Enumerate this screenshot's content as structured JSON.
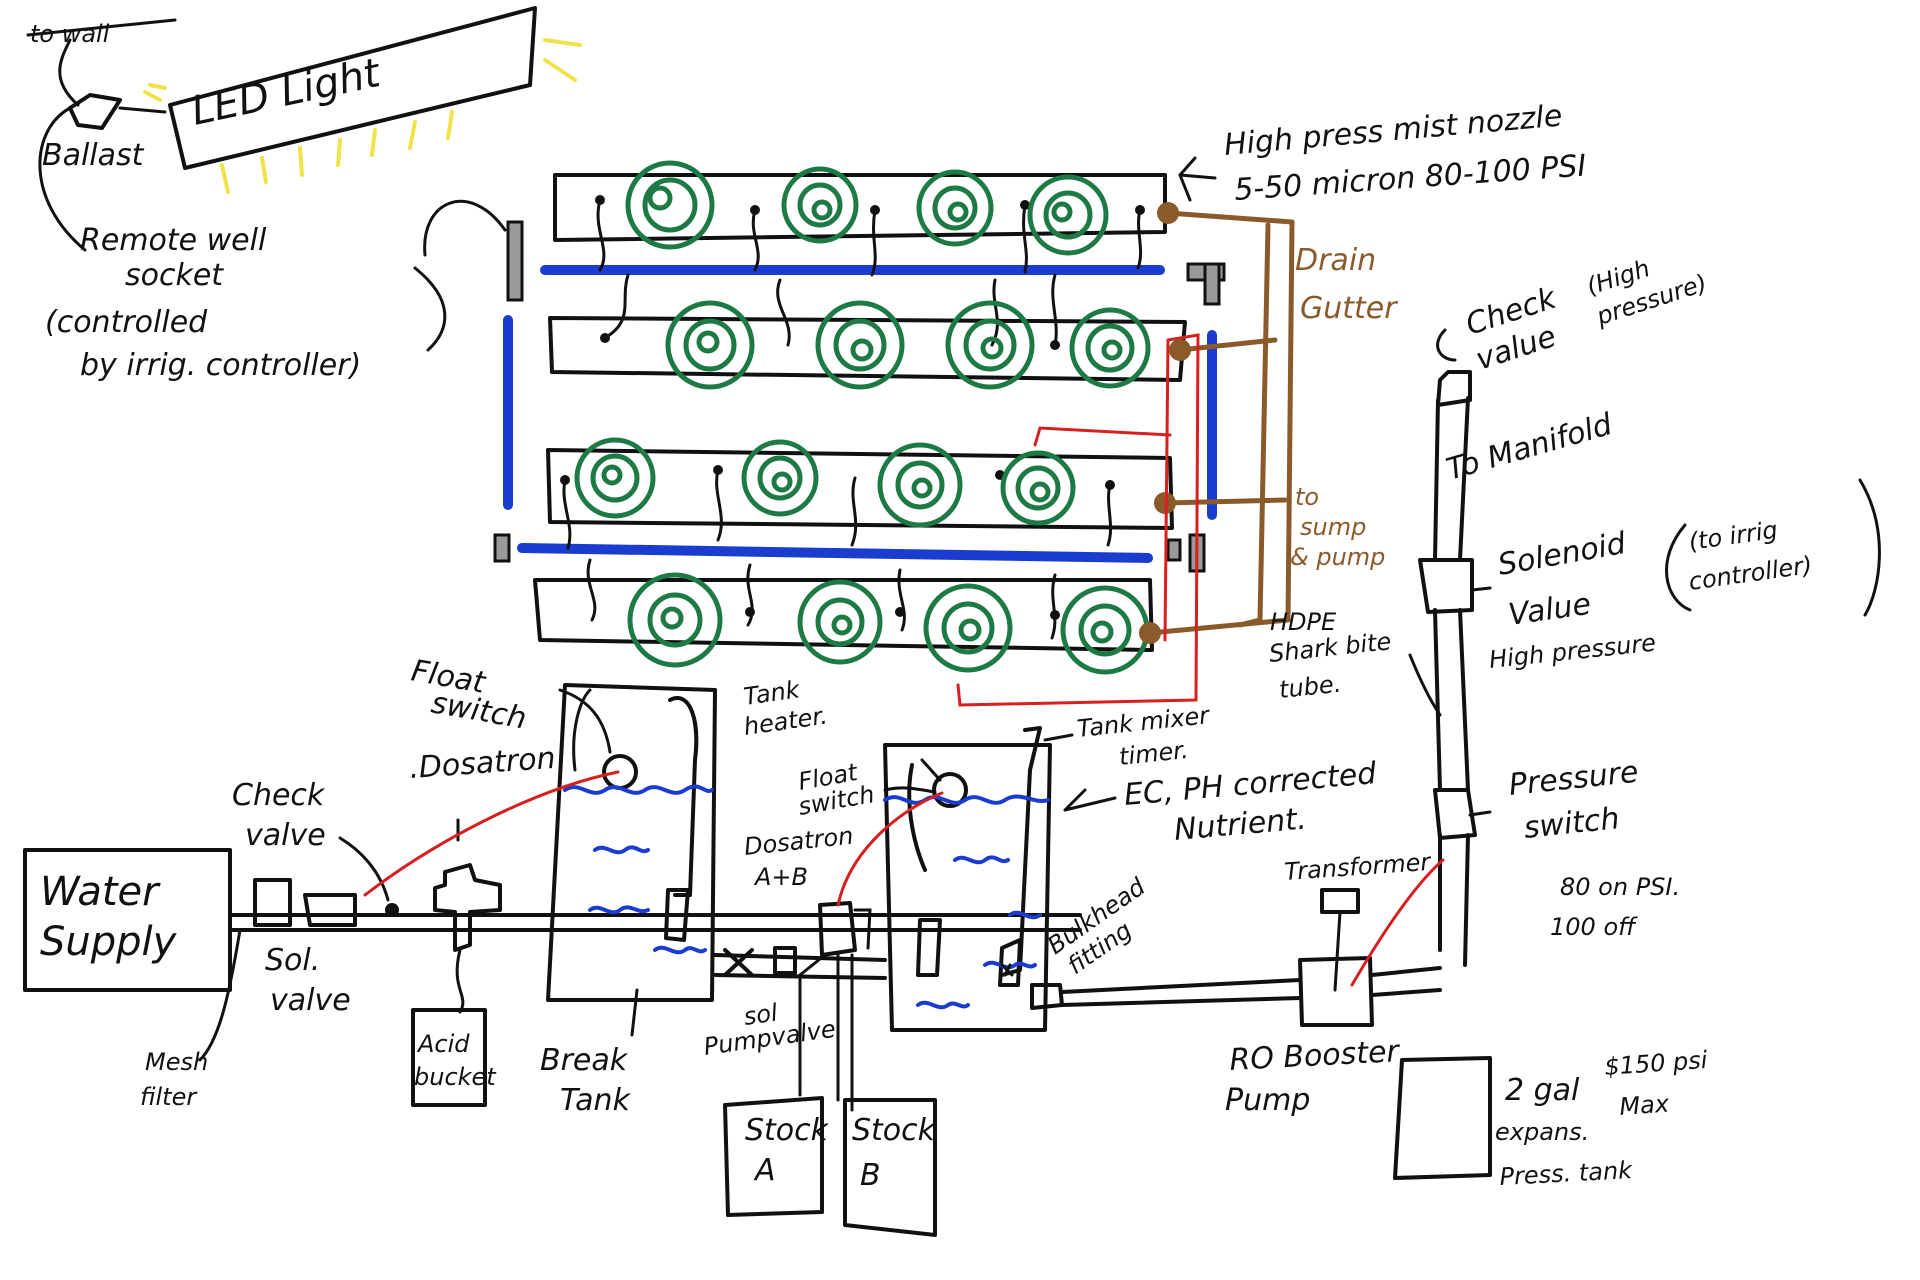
{
  "labels": {
    "to_wall": "to wall",
    "led_light": "LED Light",
    "ballast": "Ballast",
    "remote_socket_1": "Remote well",
    "remote_socket_2": "socket",
    "remote_socket_3": "(controlled",
    "remote_socket_4": "by irrig. controller)",
    "mist_nozzle_1": "High press mist nozzle",
    "mist_nozzle_2": "5-50 micron  80-100 PSI",
    "drain_gutter_1": "Drain",
    "drain_gutter_2": "Gutter",
    "check_valve_hp_1": "Check",
    "check_valve_hp_2": "value",
    "check_valve_hp_3": "(High",
    "check_valve_hp_4": "pressure)",
    "to_manifold": "To Manifold",
    "to_sump_1": "to",
    "to_sump_2": "sump",
    "to_sump_3": "& pump",
    "solenoid_1": "Solenoid",
    "solenoid_2": "Value",
    "solenoid_3": "High pressure",
    "solenoid_note_1": "(to irrig",
    "solenoid_note_2": "controller)",
    "hdpe_1": "HDPE",
    "hdpe_2": "Shark bite",
    "hdpe_3": "tube.",
    "float_switch_1": "Float",
    "float_switch_2": "switch",
    "tank_heater_1": "Tank",
    "tank_heater_2": "heater.",
    "tank_mixer_1": "Tank mixer",
    "tank_mixer_2": "timer.",
    "float_switch_small_1": "Float",
    "float_switch_small_2": "switch",
    "ec_ph_1": "EC, PH corrected",
    "ec_ph_2": "Nutrient.",
    "dosatron": ".Dosatron",
    "check_valve_1": "Check",
    "check_valve_2": "valve",
    "dosatron_ab_1": "Dosatron",
    "dosatron_ab_2": "A+B",
    "pressure_switch_1": "Pressure",
    "pressure_switch_2": "switch",
    "pressure_switch_3": "80 on PSI.",
    "pressure_switch_4": "100 off",
    "transformer": "Transformer",
    "bulkhead_1": "Bulkhead",
    "bulkhead_2": "fitting",
    "water_supply_1": "Water",
    "water_supply_2": "Supply",
    "sol_valve_1": "Sol.",
    "sol_valve_2": "valve",
    "mesh_filter_1": "Mesh",
    "mesh_filter_2": "filter",
    "acid_bucket_1": "Acid",
    "acid_bucket_2": "bucket",
    "break_tank_1": "Break",
    "break_tank_2": "Tank",
    "sol_pump_valve_1": "sol",
    "sol_pump_valve_2": "Pumpvalve",
    "stock_a_1": "Stock",
    "stock_a_2": "A",
    "stock_b_1": "Stock",
    "stock_b_2": "B",
    "ro_pump_1": "RO Booster",
    "ro_pump_2": "Pump",
    "exp_tank_1": "2 gal",
    "exp_tank_2": "expans.",
    "exp_tank_3": "Press. tank",
    "exp_tank_4": "$150 psi",
    "exp_tank_5": "Max"
  },
  "colors": {
    "ink": "#111111",
    "water_pipe": "#1a3ccf",
    "drain": "#8b5a2b",
    "wiring": "#d62020",
    "plants": "#1e7a45",
    "light_rays": "#f2e24a",
    "brackets": "#9a9a9a"
  }
}
